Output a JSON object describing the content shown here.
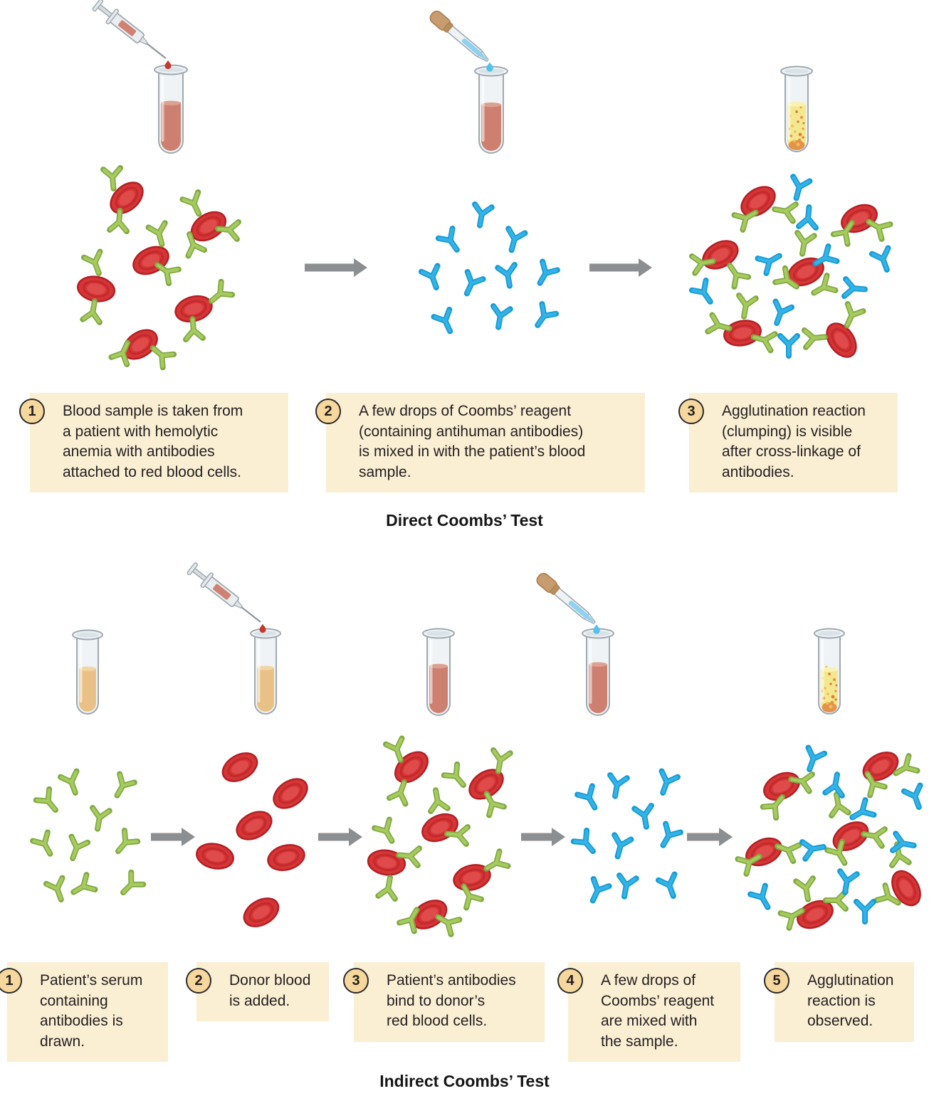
{
  "colors": {
    "box_bg": "#faeed3",
    "badge_bg": "#f6d89e",
    "badge_border": "#2b2b2b",
    "text": "#231f20",
    "rbc_fill": "#d73535",
    "rbc_stroke": "#b12026",
    "rbc_inner": "#e25555",
    "antibody_green": "#a5ca5e",
    "antibody_green_dark": "#82a943",
    "antibody_blue": "#35b2e6",
    "antibody_blue_dark": "#149bd6",
    "arrow": "#8c8f91",
    "glass_fill": "#eff3f5",
    "glass_stroke": "#9fa9b0",
    "liquid_blood": "#cd8070",
    "liquid_serum": "#e9c186",
    "liquid_agglutinated": "#f3e88f",
    "clump_orange": "#e28a42",
    "clump_gold": "#eec05a",
    "drop_red": "#c8372d",
    "drop_blue": "#53c1ec",
    "syringe_blood": "#cf8173",
    "dropper_bulb": "#c79c6e",
    "dropper_liquid": "#8fd2ef"
  },
  "direct_test": {
    "title": "Direct Coombs’ Test",
    "steps": [
      {
        "number": "1",
        "text": "Blood sample is taken from\na patient with hemolytic\nanemia with antibodies\nattached to red blood cells.",
        "tube": {
          "liquid": "blood",
          "tool": "syringe",
          "clumps": false
        },
        "panel": "rbc-with-green-antibodies"
      },
      {
        "number": "2",
        "text": "A few drops of Coombs’ reagent\n(containing antihuman antibodies)\nis mixed in with the patient’s blood\nsample.",
        "tube": {
          "liquid": "blood",
          "tool": "dropper",
          "clumps": false
        },
        "panel": "blue-antibodies"
      },
      {
        "number": "3",
        "text": "Agglutination reaction\n(clumping) is visible\nafter cross-linkage of\nantibodies.",
        "tube": {
          "liquid": "agglutinated",
          "tool": null,
          "clumps": true
        },
        "panel": "agglutination-network"
      }
    ]
  },
  "indirect_test": {
    "title": "Indirect Coombs’ Test",
    "steps": [
      {
        "number": "1",
        "text": "Patient’s serum\ncontaining\nantibodies is\ndrawn.",
        "tube": {
          "liquid": "serum",
          "tool": null,
          "clumps": false
        },
        "panel": "green-antibodies"
      },
      {
        "number": "2",
        "text": "Donor blood\nis added.",
        "tube": {
          "liquid": "serum",
          "tool": "syringe",
          "clumps": false
        },
        "panel": "rbc-only"
      },
      {
        "number": "3",
        "text": "Patient’s antibodies\nbind to donor’s\nred blood cells.",
        "tube": {
          "liquid": "blood",
          "tool": null,
          "clumps": false
        },
        "panel": "rbc-with-green-antibodies"
      },
      {
        "number": "4",
        "text": "A few drops of\nCoombs’ reagent\nare mixed with\nthe sample.",
        "tube": {
          "liquid": "blood",
          "tool": "dropper",
          "clumps": false
        },
        "panel": "blue-antibodies"
      },
      {
        "number": "5",
        "text": "Agglutination\nreaction is\nobserved.",
        "tube": {
          "liquid": "agglutinated",
          "tool": null,
          "clumps": true
        },
        "panel": "agglutination-network"
      }
    ]
  }
}
